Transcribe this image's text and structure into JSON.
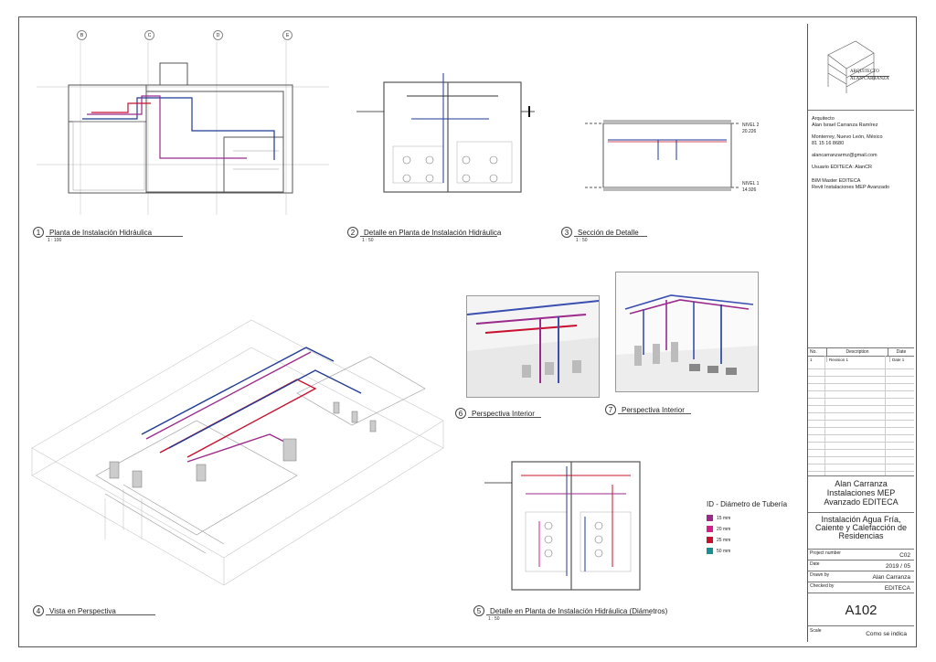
{
  "views": [
    {
      "num": "1",
      "title": "Planta de Instalación Hidráulica",
      "scale": "1 : 100"
    },
    {
      "num": "2",
      "title": "Detalle en Planta de Instalación Hidráulica",
      "scale": "1 : 50"
    },
    {
      "num": "3",
      "title": "Sección de Detalle",
      "scale": "1 : 50"
    },
    {
      "num": "4",
      "title": "Vista en Perspectiva",
      "scale": ""
    },
    {
      "num": "5",
      "title": "Detalle en Planta de Instalación Hidráulica (Diámetros)",
      "scale": "1 : 50"
    },
    {
      "num": "6",
      "title": "Perspectiva Interior",
      "scale": ""
    },
    {
      "num": "7",
      "title": "Perspectiva Interior",
      "scale": ""
    }
  ],
  "grid_labels": [
    "B",
    "C",
    "D",
    "E"
  ],
  "levels": [
    {
      "name": "NIVEL 2",
      "elev": "20.226"
    },
    {
      "name": "NIVEL 1",
      "elev": "14.926"
    }
  ],
  "legend": {
    "title": "ID - Diámetro de Tubería",
    "items": [
      {
        "label": "15 mm",
        "color": "#9b2a8c"
      },
      {
        "label": "20 mm",
        "color": "#d61d8c"
      },
      {
        "label": "25 mm",
        "color": "#c8102e"
      },
      {
        "label": "50 mm",
        "color": "#1a8f8f"
      }
    ]
  },
  "logo": {
    "line1": "ARQUITECTO",
    "line2": "ALAN CARRANZA"
  },
  "info": {
    "role": "Arquitecto",
    "name": "Alan Israel Carranza Ramírez",
    "city": "Monterrey, Nuevo León, México",
    "phone": "81 15 16 8680",
    "email": "alancarranzarmz@gmail.com",
    "user": "Usuario EDITECA: AlanCR",
    "course1": "BIM Master EDITECA",
    "course2": "Revit Instalaciones MEP Avanzado"
  },
  "revisions": {
    "headers": [
      "No.",
      "Description",
      "Date"
    ],
    "rows": [
      [
        "1",
        "Revision 1",
        "Date 1"
      ]
    ]
  },
  "project": {
    "author": "Alan Carranza",
    "course": "Instalaciones MEP Avanzado EDITECA",
    "sheet_title": "Instalación Agua Fría, Caiente y Calefacción de Residencias"
  },
  "fields": [
    {
      "label": "Project number",
      "value": "C02"
    },
    {
      "label": "Date",
      "value": "2019 / 05"
    },
    {
      "label": "Drawn by",
      "value": "Alan Carranza"
    },
    {
      "label": "Checked by",
      "value": "EDITECA"
    }
  ],
  "sheet_number": "A102",
  "scale": {
    "label": "Scale",
    "value": "Como se indica"
  }
}
